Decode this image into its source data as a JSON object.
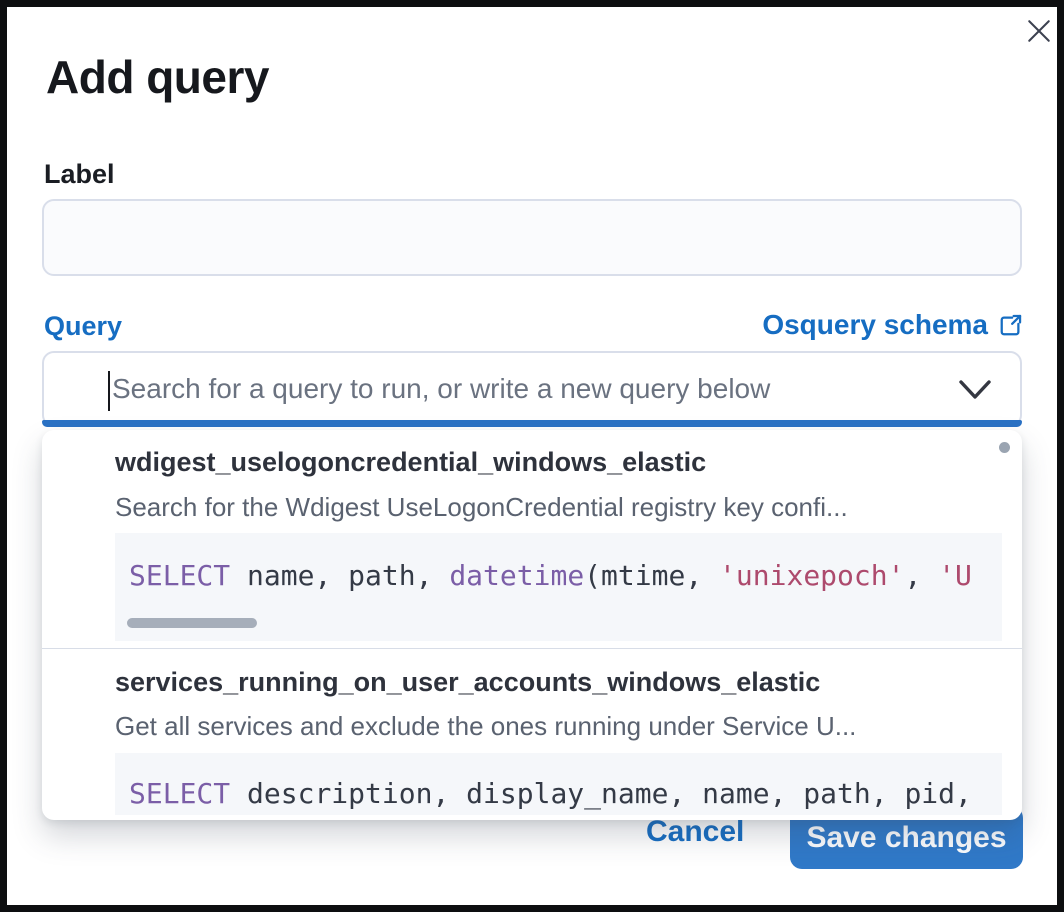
{
  "modal": {
    "title": "Add query",
    "close_icon": "x-icon",
    "label_field": {
      "label": "Label",
      "value": ""
    },
    "query_field": {
      "label": "Query",
      "schema_link_text": "Osquery schema",
      "schema_link_icon": "external-link-icon",
      "search_placeholder": "Search for a query to run, or write a new query below",
      "search_value": "",
      "chevron_icon": "chevron-down-icon"
    },
    "dropdown": {
      "options": [
        {
          "title": "wdigest_uselogoncredential_windows_elastic",
          "description": "Search for the Wdigest UseLogonCredential registry key confi...",
          "code_tokens": [
            {
              "type": "keyword",
              "text": "SELECT"
            },
            {
              "type": "plain",
              "text": " name, path, "
            },
            {
              "type": "keyword",
              "text": "datetime"
            },
            {
              "type": "plain",
              "text": "(mtime, "
            },
            {
              "type": "string",
              "text": "'unixepoch'"
            },
            {
              "type": "plain",
              "text": ", "
            },
            {
              "type": "string",
              "text": "'U"
            }
          ],
          "has_horizontal_scrollbar": true
        },
        {
          "title": "services_running_on_user_accounts_windows_elastic",
          "description": "Get all services and exclude the ones running under Service U...",
          "code_tokens": [
            {
              "type": "keyword",
              "text": "SELECT"
            },
            {
              "type": "plain",
              "text": " description, display_name, name, path, pid,"
            }
          ],
          "has_horizontal_scrollbar": false
        }
      ]
    },
    "footer": {
      "cancel_label": "Cancel",
      "save_label": "Save changes"
    }
  },
  "colors": {
    "primary_blue": "#166dc2",
    "save_button_fill": "#3079c8",
    "focus_underline": "#2a71c4",
    "code_keyword": "#7b5ea7",
    "code_string": "#ad4a6d",
    "code_background": "#f5f7fa",
    "title_text": "#16181d",
    "option_description_text": "#5a6270",
    "input_border": "#d9deea",
    "frame_border": "#0d0e10"
  }
}
